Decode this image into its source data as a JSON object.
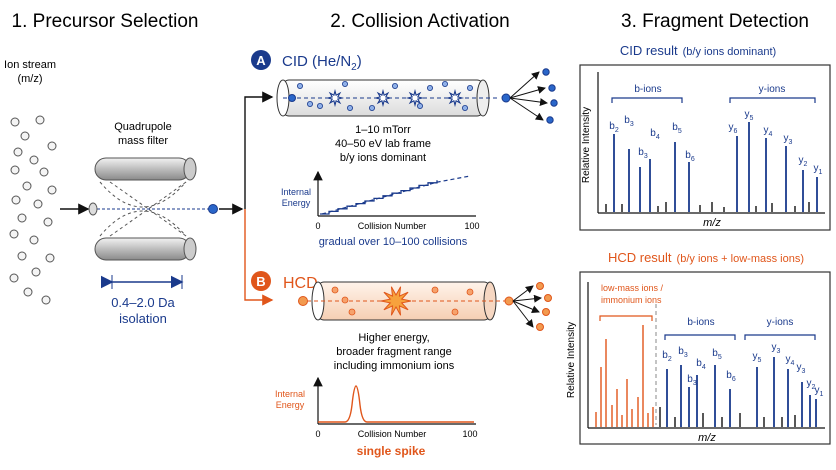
{
  "sections": {
    "s1": "1. Precursor Selection",
    "s2": "2. Collision Activation",
    "s3": "3. Fragment Detection"
  },
  "precursor": {
    "ion_stream_1": "Ion stream",
    "ion_stream_2": "(m/z)",
    "quad_1": "Quadrupole",
    "quad_2": "mass filter",
    "isolation_1": "0.4–2.0 Da",
    "isolation_2": "isolation"
  },
  "cid": {
    "badge": "A",
    "title_prefix": "CID (He/N",
    "title_sub": "2",
    "title_suffix": ")",
    "desc": [
      "1–10 mTorr",
      "40–50 eV lab frame",
      "b/y ions dominant"
    ],
    "plot": {
      "ylabel_1": "Internal",
      "ylabel_2": "Energy",
      "xlabel": "Collision Number",
      "x_min_label": "0",
      "x_max_label": "100",
      "caption": "gradual over 10–100 collisions"
    }
  },
  "hcd": {
    "badge": "B",
    "title": "HCD",
    "desc": [
      "Higher energy,",
      "broader fragment range",
      "including immonium ions"
    ],
    "plot": {
      "ylabel_1": "Internal",
      "ylabel_2": "Energy",
      "xlabel": "Collision Number",
      "x_min_label": "0",
      "x_max_label": "100",
      "caption": "single spike"
    }
  },
  "cid_result": {
    "title_a": "CID result",
    "title_b": "(b/y ions dominant)",
    "ylabel": "Relative Intensity",
    "xlabel": "m/z",
    "group_b": "b-ions",
    "group_y": "y-ions",
    "labels": [
      {
        "base": "b",
        "sub": "2"
      },
      {
        "base": "b",
        "sub": "3"
      },
      {
        "base": "b",
        "sub": "3"
      },
      {
        "base": "b",
        "sub": "4"
      },
      {
        "base": "b",
        "sub": "5"
      },
      {
        "base": "b",
        "sub": "6"
      },
      {
        "base": "y",
        "sub": "6"
      },
      {
        "base": "y",
        "sub": "5"
      },
      {
        "base": "y",
        "sub": "4"
      },
      {
        "base": "y",
        "sub": "3"
      },
      {
        "base": "y",
        "sub": "2"
      },
      {
        "base": "y",
        "sub": "1"
      }
    ]
  },
  "hcd_result": {
    "title_a": "HCD result",
    "title_b": "(b/y ions + low-mass ions)",
    "ylabel": "Relative Intensity",
    "xlabel": "m/z",
    "group_low_1": "low-mass ions /",
    "group_low_2": "immonium ions",
    "group_b": "b-ions",
    "group_y": "y-ions",
    "labels": [
      {
        "base": "b",
        "sub": "2"
      },
      {
        "base": "b",
        "sub": "3"
      },
      {
        "base": "b",
        "sub": "3"
      },
      {
        "base": "b",
        "sub": "4"
      },
      {
        "base": "b",
        "sub": "5"
      },
      {
        "base": "b",
        "sub": "6"
      },
      {
        "base": "y",
        "sub": "5"
      },
      {
        "base": "y",
        "sub": "3"
      },
      {
        "base": "y",
        "sub": "4"
      },
      {
        "base": "y",
        "sub": "3"
      },
      {
        "base": "y",
        "sub": "2"
      },
      {
        "base": "y",
        "sub": "1"
      }
    ]
  },
  "colors": {
    "blue": "#1a3a8c",
    "orange": "#e0561b",
    "dark": "#111111"
  }
}
